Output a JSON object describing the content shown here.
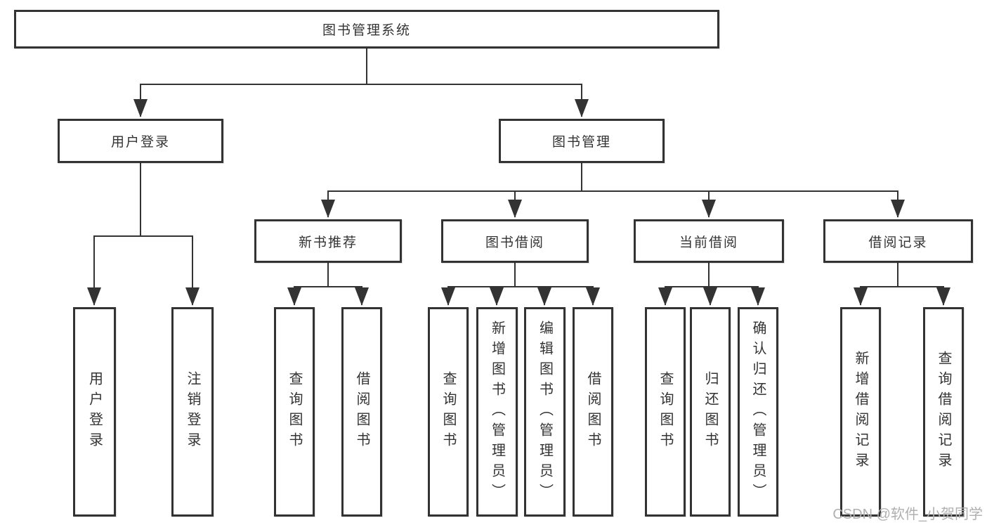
{
  "tree": {
    "root": {
      "label": "图书管理系统"
    },
    "branches": [
      {
        "label": "用户登录",
        "leaves": [
          {
            "label": "用户登录"
          },
          {
            "label": "注销登录"
          }
        ]
      },
      {
        "label": "图书管理",
        "groups": [
          {
            "label": "新书推荐",
            "leaves": [
              {
                "label": "查询图书"
              },
              {
                "label": "借阅图书"
              }
            ]
          },
          {
            "label": "图书借阅",
            "leaves": [
              {
                "label": "查询图书"
              },
              {
                "label": "新增图书（管理员）"
              },
              {
                "label": "编辑图书（管理员）"
              },
              {
                "label": "借阅图书"
              }
            ]
          },
          {
            "label": "当前借阅",
            "leaves": [
              {
                "label": "查询图书"
              },
              {
                "label": "归还图书"
              },
              {
                "label": "确认归还（管理员）"
              }
            ]
          },
          {
            "label": "借阅记录",
            "leaves": [
              {
                "label": "新增借阅记录"
              },
              {
                "label": "查询借阅记录"
              }
            ]
          }
        ]
      }
    ]
  },
  "watermark": "CSDN @软件_小贺同学",
  "colors": {
    "line": "#333333",
    "box_border": "#333333",
    "box_background": "#ffffff",
    "text": "#333333",
    "watermark": "#b0b0b0",
    "background": "#ffffff"
  }
}
